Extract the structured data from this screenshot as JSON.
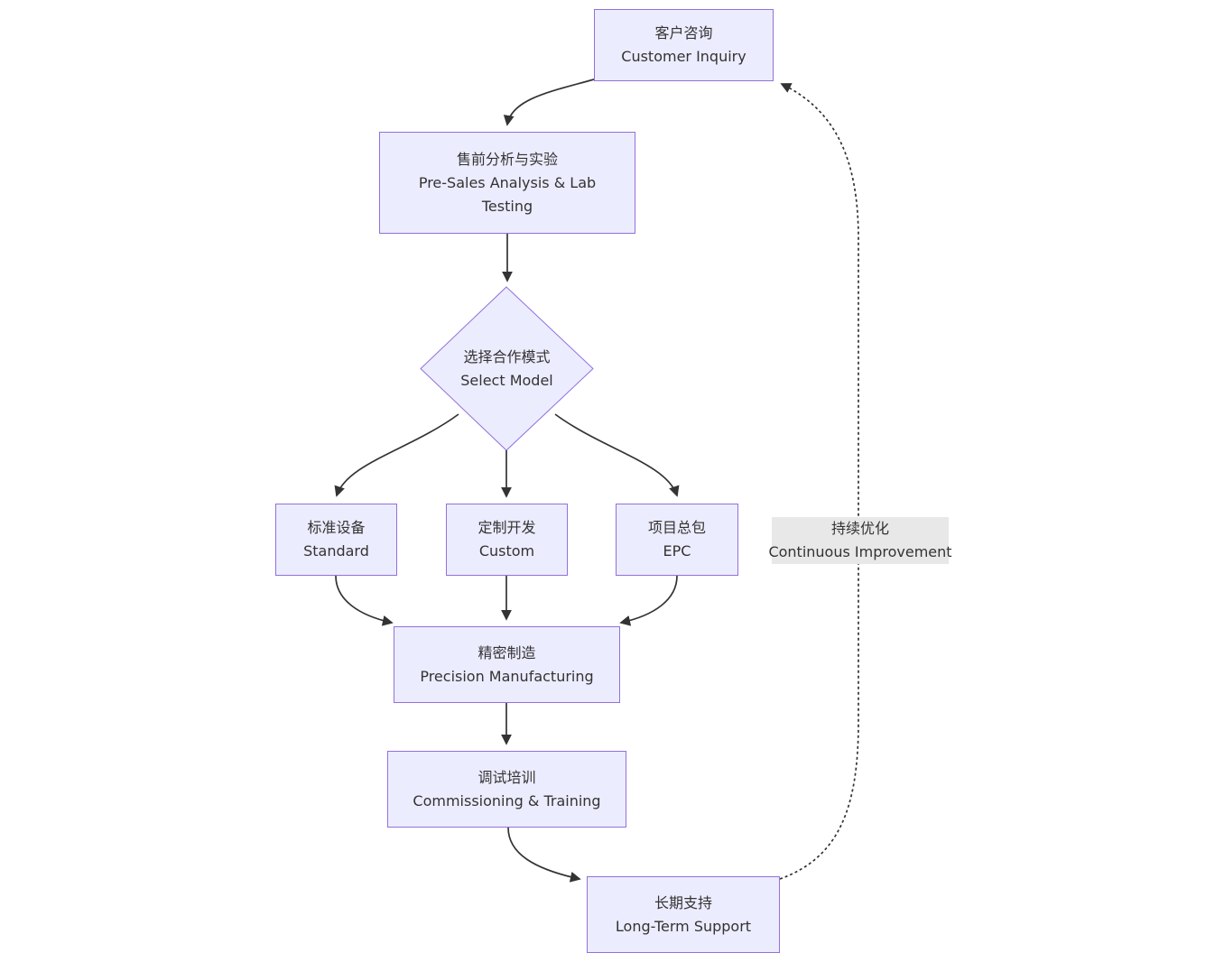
{
  "diagram": {
    "type": "flowchart",
    "direction": "top-down",
    "colors": {
      "node_fill": "#ECECFF",
      "node_border": "#9370DB",
      "text": "#333333",
      "edge": "#333333",
      "edge_label_bg": "#e8e8e8",
      "background": "#ffffff"
    },
    "nodes": [
      {
        "id": "customer_inquiry",
        "shape": "rect",
        "lines": [
          "客户咨询",
          "Customer Inquiry"
        ]
      },
      {
        "id": "presales",
        "shape": "rect",
        "lines": [
          "售前分析与实验",
          "Pre-Sales Analysis & Lab",
          "Testing"
        ]
      },
      {
        "id": "select_model",
        "shape": "diamond",
        "lines": [
          "选择合作模式",
          "Select Model"
        ]
      },
      {
        "id": "standard",
        "shape": "rect",
        "lines": [
          "标准设备",
          "Standard"
        ]
      },
      {
        "id": "custom",
        "shape": "rect",
        "lines": [
          "定制开发",
          "Custom"
        ]
      },
      {
        "id": "epc",
        "shape": "rect",
        "lines": [
          "项目总包",
          "EPC"
        ]
      },
      {
        "id": "manufacturing",
        "shape": "rect",
        "lines": [
          "精密制造",
          "Precision Manufacturing"
        ]
      },
      {
        "id": "commissioning",
        "shape": "rect",
        "lines": [
          "调试培训",
          "Commissioning & Training"
        ]
      },
      {
        "id": "support",
        "shape": "rect",
        "lines": [
          "长期支持",
          "Long-Term Support"
        ]
      }
    ],
    "edges": [
      {
        "from": "customer_inquiry",
        "to": "presales",
        "style": "solid"
      },
      {
        "from": "presales",
        "to": "select_model",
        "style": "solid"
      },
      {
        "from": "select_model",
        "to": "standard",
        "style": "solid"
      },
      {
        "from": "select_model",
        "to": "custom",
        "style": "solid"
      },
      {
        "from": "select_model",
        "to": "epc",
        "style": "solid"
      },
      {
        "from": "standard",
        "to": "manufacturing",
        "style": "solid"
      },
      {
        "from": "custom",
        "to": "manufacturing",
        "style": "solid"
      },
      {
        "from": "epc",
        "to": "manufacturing",
        "style": "solid"
      },
      {
        "from": "manufacturing",
        "to": "commissioning",
        "style": "solid"
      },
      {
        "from": "commissioning",
        "to": "support",
        "style": "solid"
      },
      {
        "from": "support",
        "to": "customer_inquiry",
        "style": "dotted",
        "label_lines": [
          "持续优化",
          "Continuous Improvement"
        ]
      }
    ],
    "edge_label": {
      "lines": [
        "持续优化",
        "Continuous Improvement"
      ]
    }
  }
}
